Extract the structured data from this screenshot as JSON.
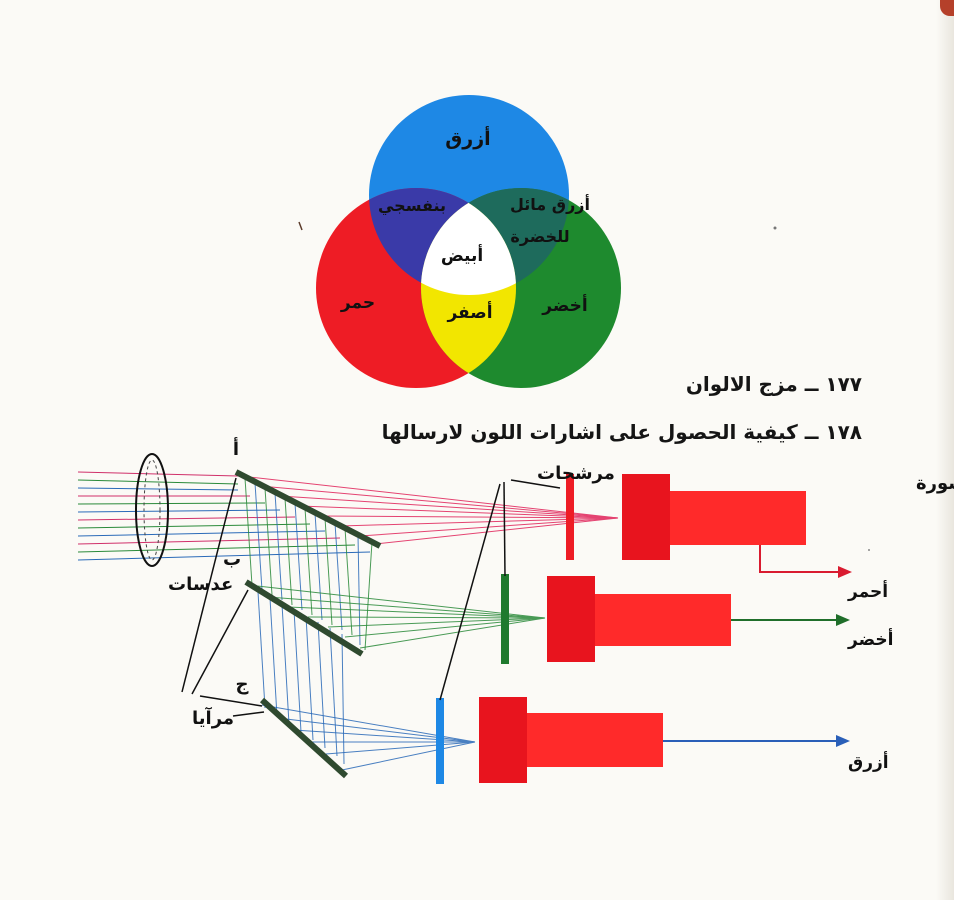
{
  "venn": {
    "blue": "أزرق",
    "violet": "بنفسجي",
    "cyan_line1": "أزرق مائل",
    "cyan_line2": "للخضرة",
    "white": "أبيض",
    "red": "حمر",
    "yellow": "أصفر",
    "green": "أخضر",
    "colors": {
      "red": "#ee1c25",
      "green": "#1e8a2e",
      "blue": "#1e88e5",
      "violet": "#3a3aa8",
      "cyan": "#1e6b5c",
      "yellow": "#f2e600",
      "white": "#ffffff"
    }
  },
  "captions": {
    "fig177": "١٧٧ ــ مزج الالوان",
    "fig178": "١٧٨ ــ كيفية الحصول على اشارات اللون لارسالها"
  },
  "diagram": {
    "tube_label": "صمام اورتكون الصورة",
    "filters_label": "مرشحات",
    "lens_label": "عدسات",
    "mirrors_label": "مرآيا",
    "mirror_a": "أ",
    "mirror_b": "ب",
    "mirror_c": "ج",
    "out_red": "أحمر",
    "out_green": "أخضر",
    "out_blue": "أزرق",
    "colors": {
      "tube": "#ff2a2a",
      "tube_dark": "#e8141e",
      "ray_red": "#e0245a",
      "ray_green": "#2a8a3a",
      "ray_blue": "#2a6ab8",
      "mirror": "#2f4a2f"
    }
  }
}
